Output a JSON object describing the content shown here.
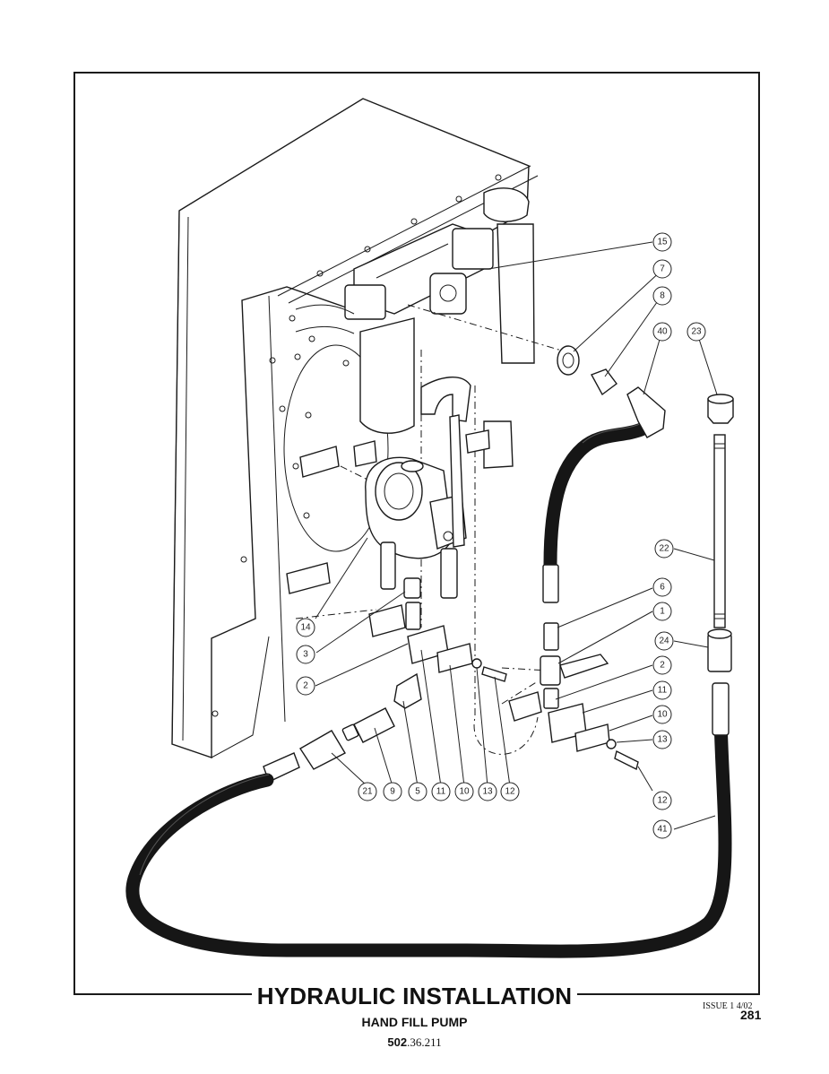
{
  "title": "HYDRAULIC INSTALLATION",
  "subtitle": "HAND FILL PUMP",
  "part_number_bold": "502",
  "part_number_rest": ".36.211",
  "issue": "ISSUE 1 4/02",
  "page_number": "281",
  "callouts": {
    "c15": "15",
    "c7": "7",
    "c8": "8",
    "c40": "40",
    "c23": "23",
    "c22": "22",
    "c6": "6",
    "c1": "1",
    "c24": "24",
    "c2b": "2",
    "c11b": "11",
    "c10b": "10",
    "c13b": "13",
    "c12b": "12",
    "c41": "41",
    "c14": "14",
    "c3": "3",
    "c2a": "2",
    "c21": "21",
    "c9": "9",
    "c5": "5",
    "c11a": "11",
    "c10a": "10",
    "c13a": "13",
    "c12a": "12"
  }
}
